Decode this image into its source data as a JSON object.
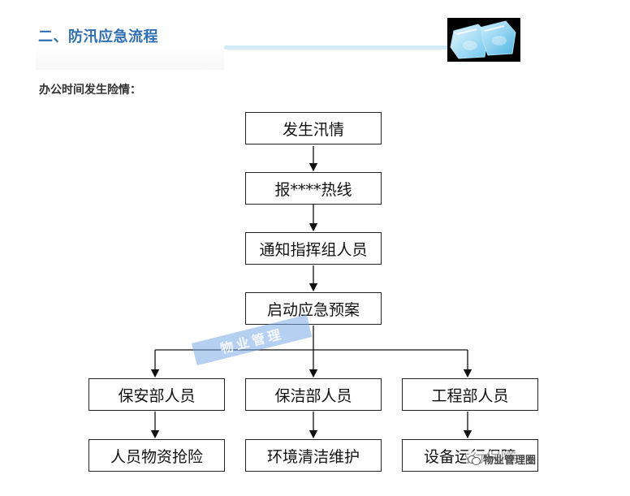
{
  "header": {
    "section_title": "二、防汛应急流程",
    "subheading": "办公时间发生险情："
  },
  "flow": {
    "step1": "发生汛情",
    "step2": "报****热线",
    "step3": "通知指挥组人员",
    "step4": "启动应急预案",
    "branches": [
      {
        "dept": "保安部人员",
        "action": "人员物资抢险"
      },
      {
        "dept": "保洁部人员",
        "action": "环境清洁维护"
      },
      {
        "dept": "工程部人员",
        "action": "设备运行保障"
      }
    ]
  },
  "watermark": {
    "text": "物业管理"
  },
  "logo": {
    "text": "物业管理圈"
  },
  "colors": {
    "title": "#2f6fb3",
    "title_line": "#d2ecf8",
    "watermark": "#78aae6"
  }
}
